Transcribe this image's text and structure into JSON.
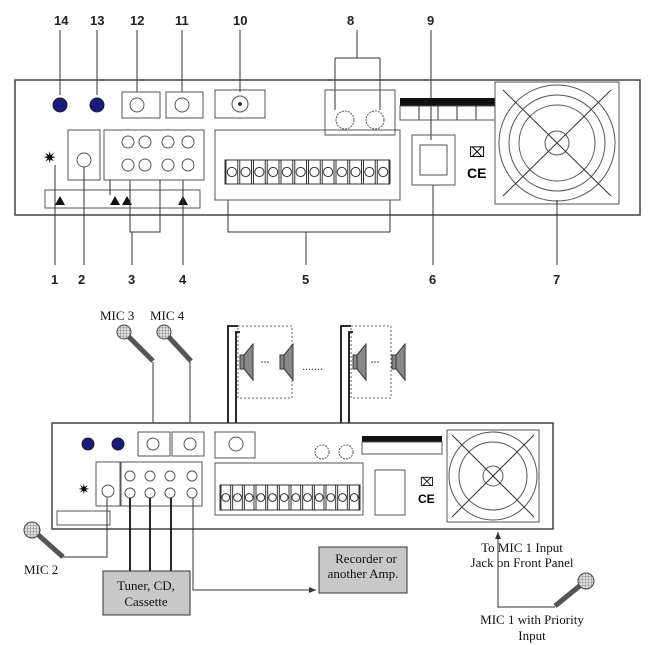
{
  "top_panel": {
    "callouts_top": [
      "14",
      "13",
      "12",
      "11",
      "10",
      "8",
      "9"
    ],
    "callouts_bottom": [
      "1",
      "2",
      "3",
      "4",
      "5",
      "6",
      "7"
    ]
  },
  "wiring": {
    "mic3": "MIC 3",
    "mic4": "MIC 4",
    "mic2": "MIC 2",
    "source_box": [
      "Tuner, CD,",
      "Cassette"
    ],
    "recorder_box": [
      "Recorder or",
      "another Amp."
    ],
    "mic1_target": [
      "To MIC 1 Input",
      "Jack on Front Panel"
    ],
    "mic1_label": [
      "MIC 1 with Priority",
      "Input"
    ],
    "speaker_ellipsis": "......."
  },
  "colors": {
    "knob": "#1a1a7a",
    "source_box": "#c8c8c8"
  }
}
